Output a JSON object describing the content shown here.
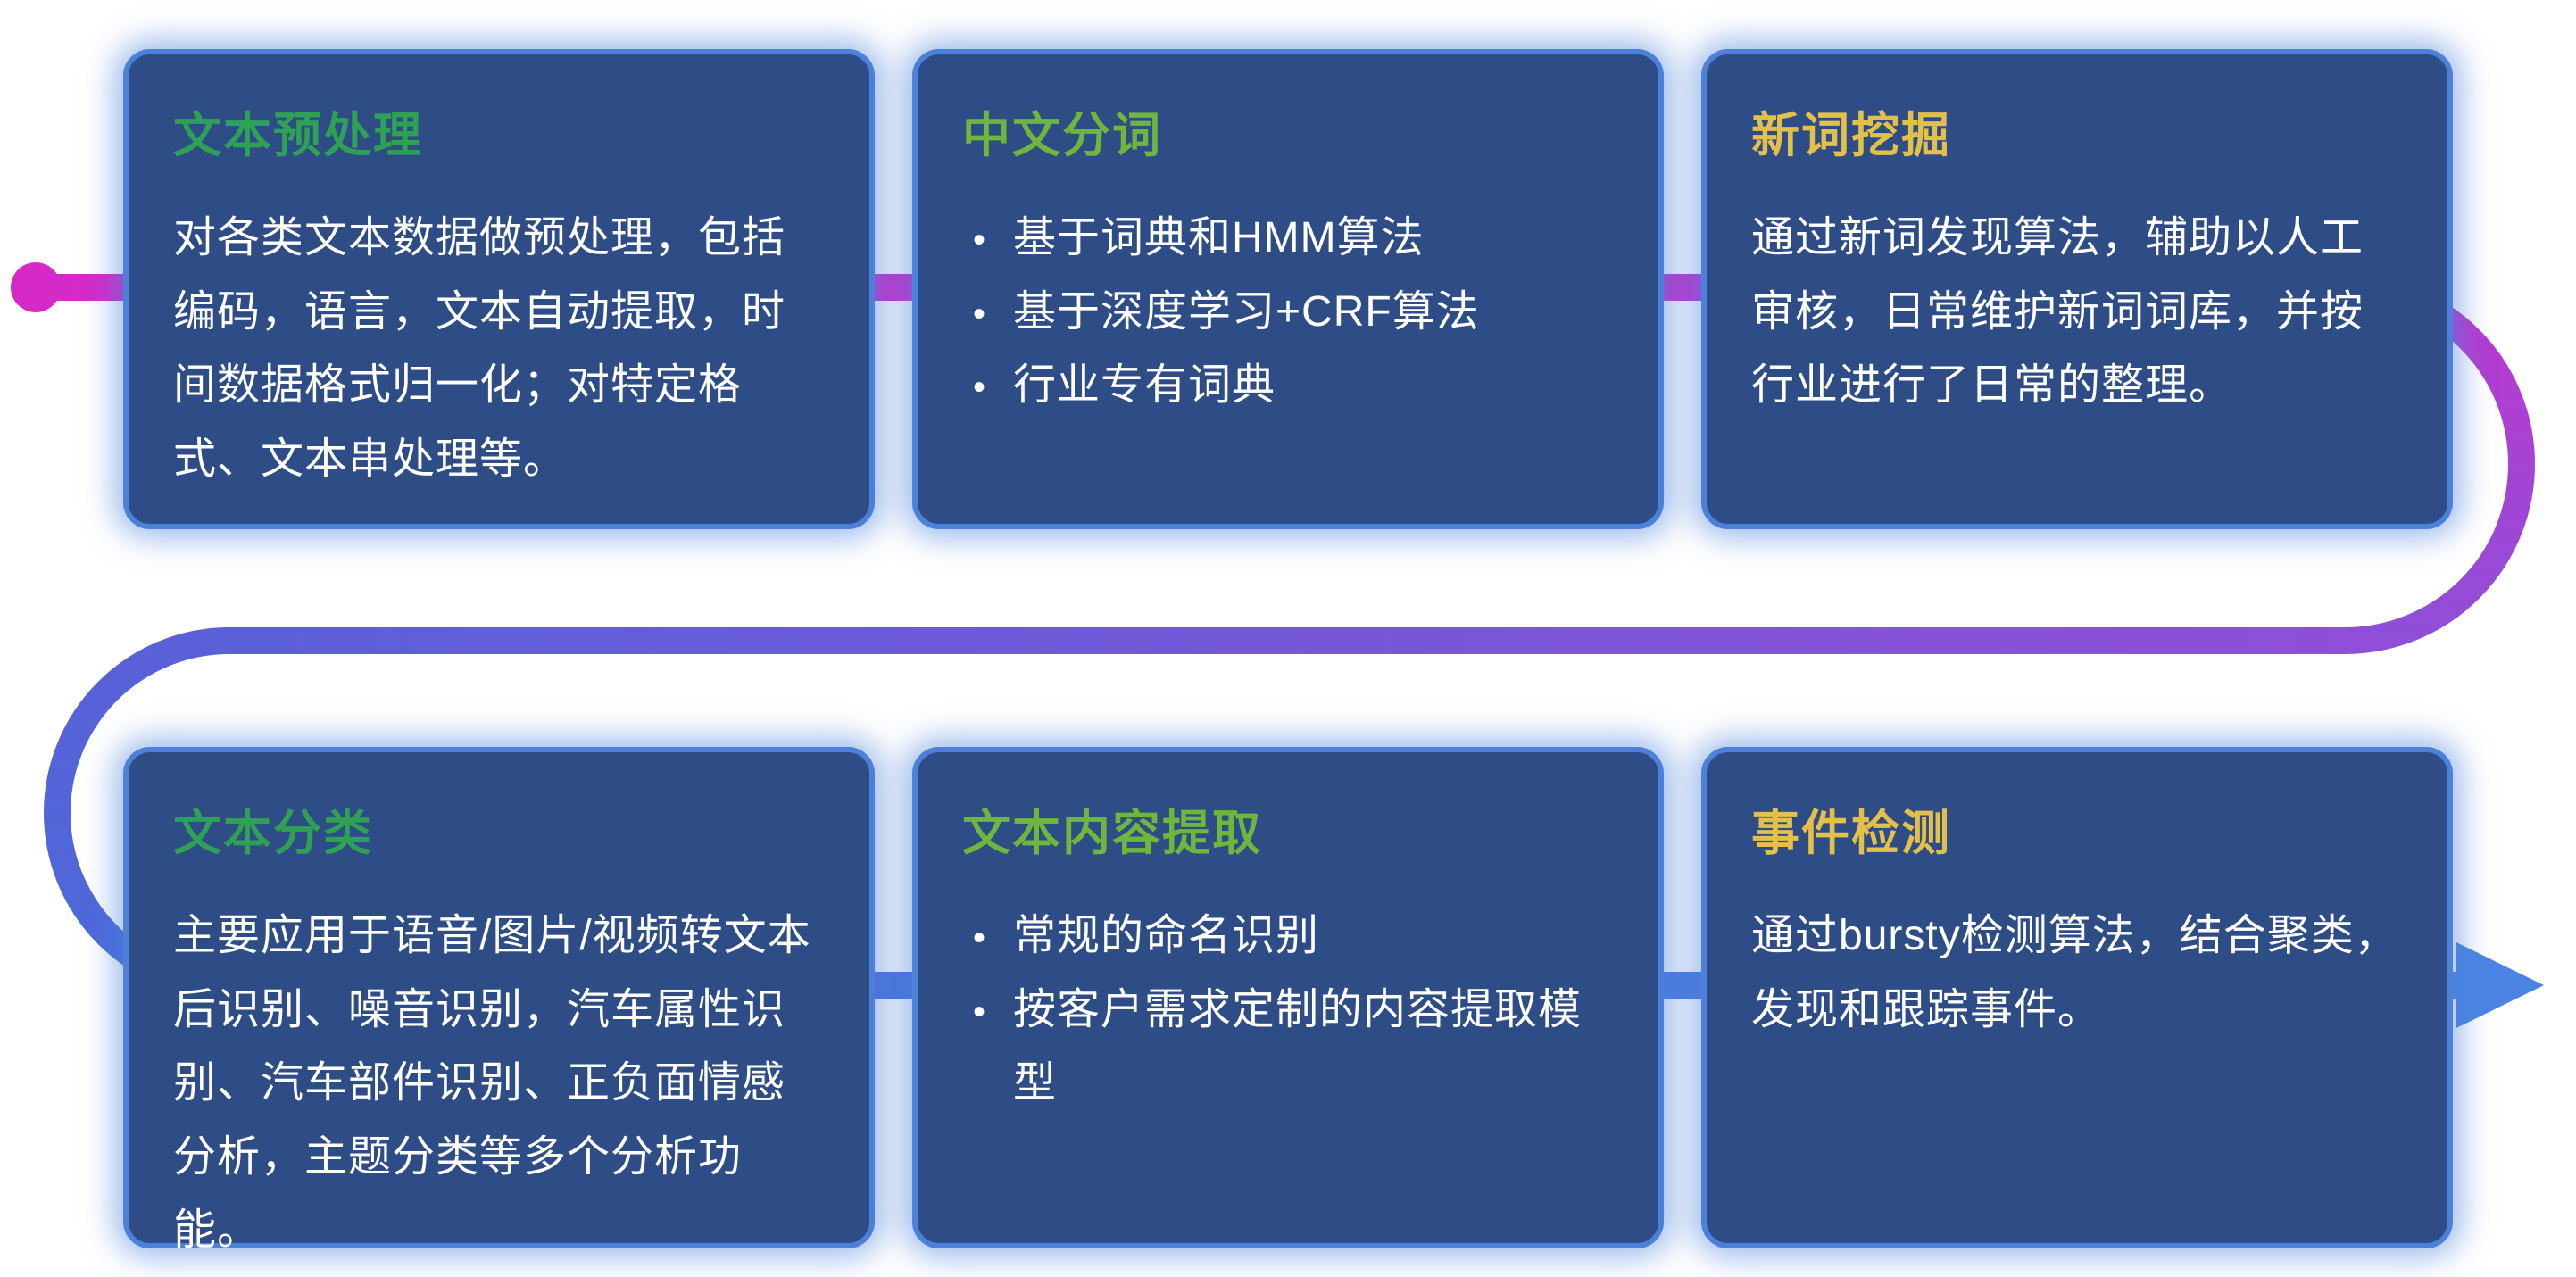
{
  "page": {
    "background_color": "#ffffff"
  },
  "flow": {
    "start_dot_color": "#d62ac8",
    "arrow_color": "#4b84e2",
    "gradient": {
      "magenta": "#d62ac8",
      "magenta_purple": "#bd38cf",
      "purple": "#8f4fd8",
      "blue_purple": "#5b60d8",
      "blue": "#4a6ad9",
      "light_blue": "#4b84e2"
    }
  },
  "card_style": {
    "background": "#2e4c86",
    "border": "#4d80d8",
    "body_text_color": "#ffffff"
  },
  "cards": [
    {
      "title": "文本预处理",
      "title_color": "#2fa155",
      "body": "对各类文本数据做预处理，包括编码，语言，文本自动提取，时间数据格式归一化；对特定格式、文本串处理等。",
      "bullets": []
    },
    {
      "title": "中文分词",
      "title_color": "#6fb63c",
      "body": "",
      "bullets": [
        "基于词典和HMM算法",
        "基于深度学习+CRF算法",
        "行业专有词典"
      ]
    },
    {
      "title": "新词挖掘",
      "title_color": "#e2c04a",
      "body": "通过新词发现算法，辅助以人工审核，日常维护新词词库，并按行业进行了日常的整理。",
      "bullets": []
    },
    {
      "title": "文本分类",
      "title_color": "#2fa155",
      "body": "主要应用于语音/图片/视频转文本后识别、噪音识别，汽车属性识别、汽车部件识别、正负面情感分析，主题分类等多个分析功能。",
      "bullets": []
    },
    {
      "title": "文本内容提取",
      "title_color": "#6fb63c",
      "body": "",
      "bullets": [
        "常规的命名识别",
        "按客户需求定制的内容提取模型"
      ]
    },
    {
      "title": "事件检测",
      "title_color": "#e2c04a",
      "body": "通过bursty检测算法，结合聚类，发现和跟踪事件。",
      "bullets": []
    }
  ]
}
